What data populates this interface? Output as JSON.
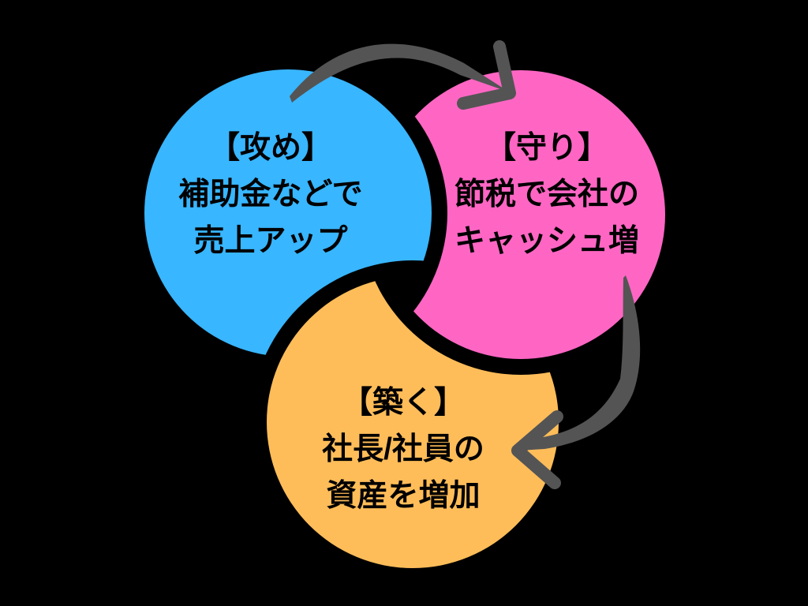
{
  "background": "#000000",
  "palette": {
    "blue": "#38B6FF",
    "pink": "#FF66C4",
    "orange": "#FFBD59",
    "arrow_gray": "#545454",
    "text": "#000000"
  },
  "diagram": {
    "type": "cycle",
    "nodes": [
      {
        "id": "offense",
        "heading": "【攻め】",
        "line2": "補助金などで",
        "line3": "売上アップ",
        "color": "#38B6FF"
      },
      {
        "id": "defense",
        "heading": "【守り】",
        "line2": "節税で会社の",
        "line3": "キャッシュ増",
        "color": "#FF66C4"
      },
      {
        "id": "build",
        "heading": "【築く】",
        "line2": "社長/社員の",
        "line3": "資産を増加",
        "color": "#FFBD59"
      }
    ],
    "arrows": [
      {
        "icon": "curved-arrow-icon",
        "from": "offense",
        "to": "defense"
      },
      {
        "icon": "curved-arrow-icon",
        "from": "defense",
        "to": "build"
      }
    ]
  }
}
